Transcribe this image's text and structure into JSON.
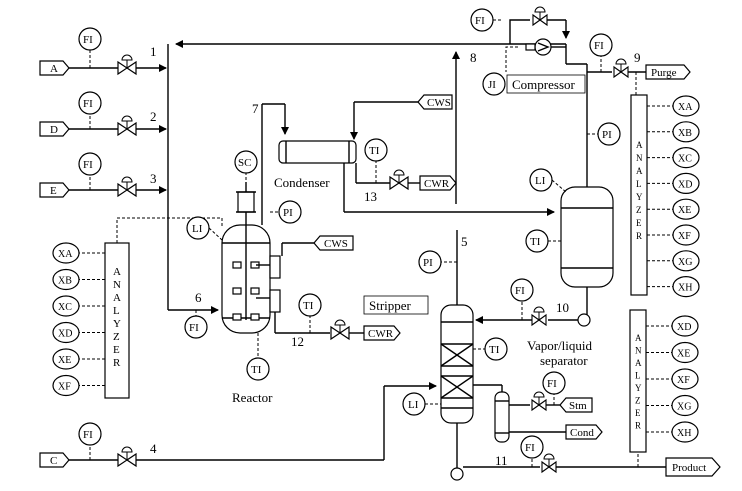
{
  "streams": {
    "s1": "1",
    "s2": "2",
    "s3": "3",
    "s4": "4",
    "s5": "5",
    "s6": "6",
    "s7": "7",
    "s8": "8",
    "s9": "9",
    "s10": "10",
    "s11": "11",
    "s12": "12",
    "s13": "13"
  },
  "feeds": {
    "A": "A",
    "D": "D",
    "E": "E",
    "C": "C"
  },
  "utilities": {
    "cws": "CWS",
    "cwr": "CWR",
    "purge": "Purge",
    "product": "Product",
    "stm": "Stm",
    "cond": "Cond"
  },
  "units": {
    "compressor": "Compressor",
    "condenser": "Condenser",
    "stripper": "Stripper",
    "reactor": "Reactor",
    "separator_line1": "Vapor/liquid",
    "separator_line2": "separator"
  },
  "instruments": {
    "fi": "FI",
    "pi": "PI",
    "ti": "TI",
    "li": "LI",
    "sc": "SC",
    "ji": "JI"
  },
  "analyzer_letters": [
    "A",
    "N",
    "A",
    "L",
    "Y",
    "Z",
    "E",
    "R"
  ],
  "analyzers": {
    "reactor_feed": [
      "XA",
      "XB",
      "XC",
      "XD",
      "XE",
      "XF"
    ],
    "purge": [
      "XA",
      "XB",
      "XC",
      "XD",
      "XE",
      "XF",
      "XG",
      "XH"
    ],
    "product": [
      "XD",
      "XE",
      "XF",
      "XG",
      "XH"
    ]
  }
}
